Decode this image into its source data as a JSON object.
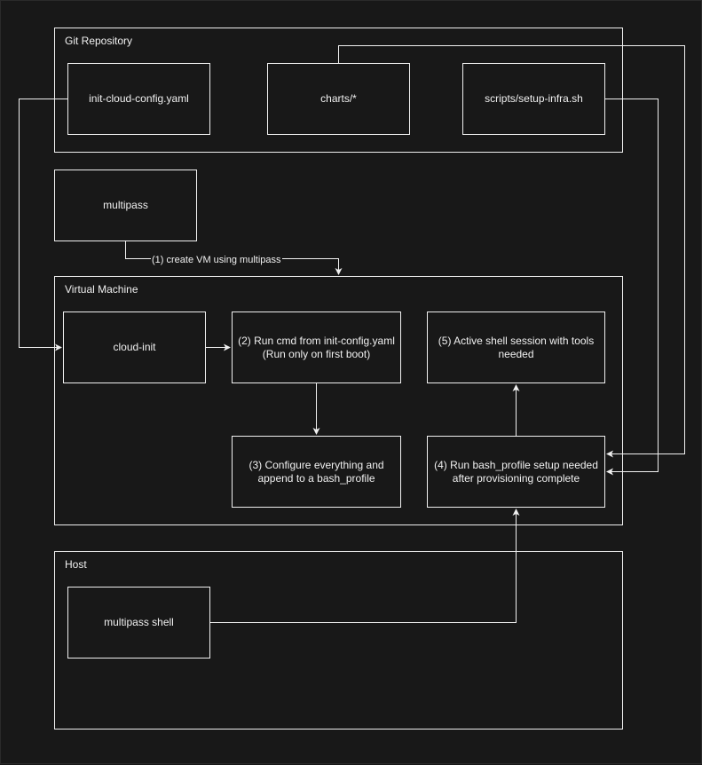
{
  "groups": {
    "git_repository": "Git Repository",
    "virtual_machine": "Virtual Machine",
    "host": "Host"
  },
  "nodes": {
    "init_cloud_config": "init-cloud-config.yaml",
    "charts": "charts/*",
    "setup_infra": "scripts/setup-infra.sh",
    "multipass": "multipass",
    "cloud_init": "cloud-init",
    "step2": "(2) Run cmd from init-config.yaml (Run only on first boot)",
    "step3": "(3) Configure everything and append to a bash_profile",
    "step4": "(4) Run bash_profile setup needed after provisioning complete",
    "step5": "(5) Active shell session with tools needed",
    "multipass_shell": "multipass shell"
  },
  "edges": {
    "create_vm": "(1) create VM using multipass"
  },
  "colors": {
    "background": "#181818",
    "stroke": "#f0f0f0"
  }
}
